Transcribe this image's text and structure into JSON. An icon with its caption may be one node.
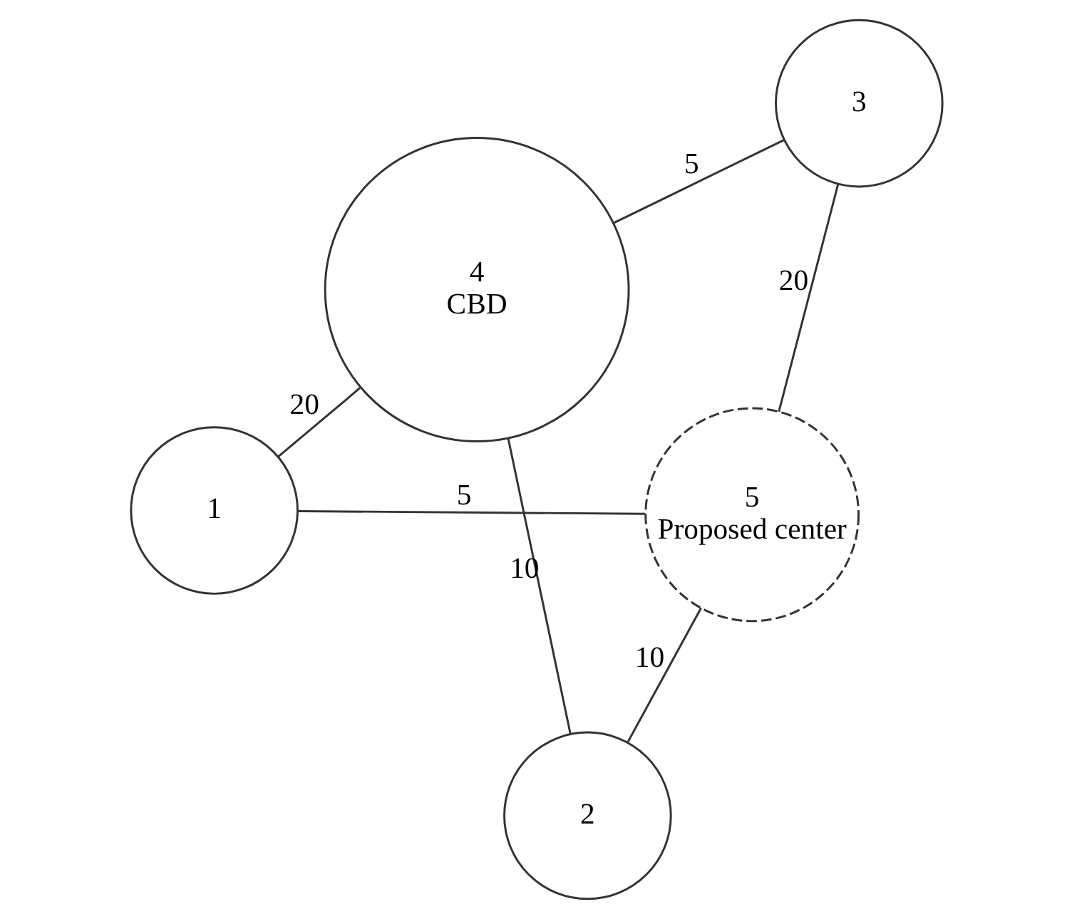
{
  "diagram": {
    "nodes": [
      {
        "text": [
          "1"
        ]
      },
      {
        "text": [
          "5",
          "Proposed center"
        ]
      },
      {
        "text": [
          "2"
        ]
      },
      {
        "text": [
          "4",
          "CBD"
        ]
      },
      {
        "text": [
          "3"
        ]
      }
    ],
    "edges": [
      {
        "from": 0,
        "to": 1,
        "arrow": "none",
        "label": "5"
      },
      {
        "from": 0,
        "to": 3,
        "arrow": "none",
        "label": "20"
      },
      {
        "from": 2,
        "to": 1,
        "arrow": "none",
        "label": "10"
      },
      {
        "from": 3,
        "to": 2,
        "arrow": "none",
        "label": "10"
      },
      {
        "from": 4,
        "to": 1,
        "arrow": "none",
        "label": "20"
      },
      {
        "from": 3,
        "to": 4,
        "arrow": "none",
        "label": "5"
      }
    ]
  }
}
